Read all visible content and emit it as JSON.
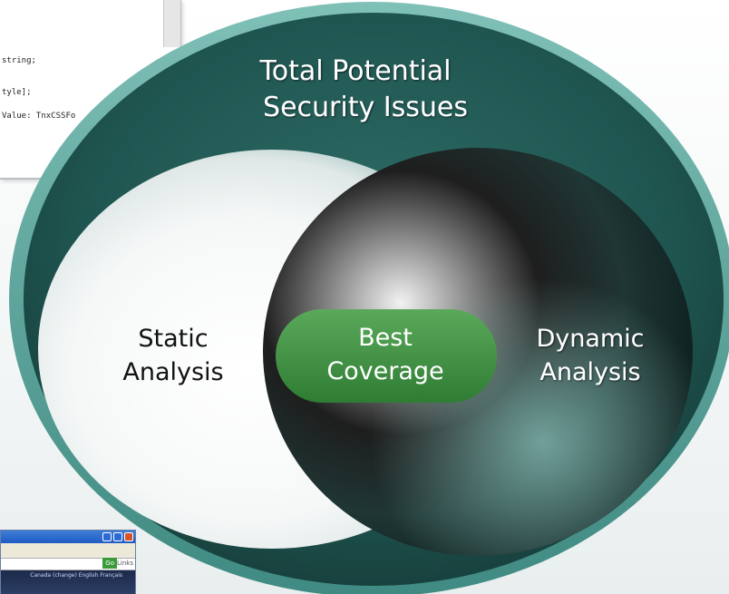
{
  "background": {
    "code_lines": [
      "string;",
      "tyle];",
      "Value: TnxCSSFo"
    ],
    "browser": {
      "go_label": "Go",
      "links_label": "Links",
      "locale_text": "Canada (change) English Français"
    }
  },
  "diagram": {
    "outer_label_line1": "Total Potential",
    "outer_label_line2": "Security Issues",
    "left_label_line1": "Static",
    "left_label_line2": "Analysis",
    "right_label_line1": "Dynamic",
    "right_label_line2": "Analysis",
    "center_label_line1": "Best",
    "center_label_line2": "Coverage"
  },
  "colors": {
    "outer_fill": "#245a56",
    "outer_rim": "#5fa89f",
    "center_fill": "#3f8f3f",
    "label_text": "#ffffff",
    "dark_label_text": "#000000"
  }
}
